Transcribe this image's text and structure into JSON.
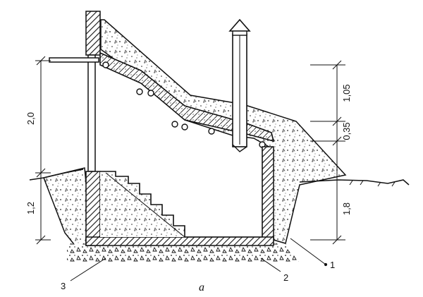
{
  "dimensions": {
    "left_upper": "2,0",
    "left_lower": "1,2",
    "right_top": "1,05",
    "right_middle": "0,35",
    "right_lower": "1,8"
  },
  "callouts": {
    "one": "1",
    "two": "2",
    "three": "3"
  },
  "caption": "а"
}
